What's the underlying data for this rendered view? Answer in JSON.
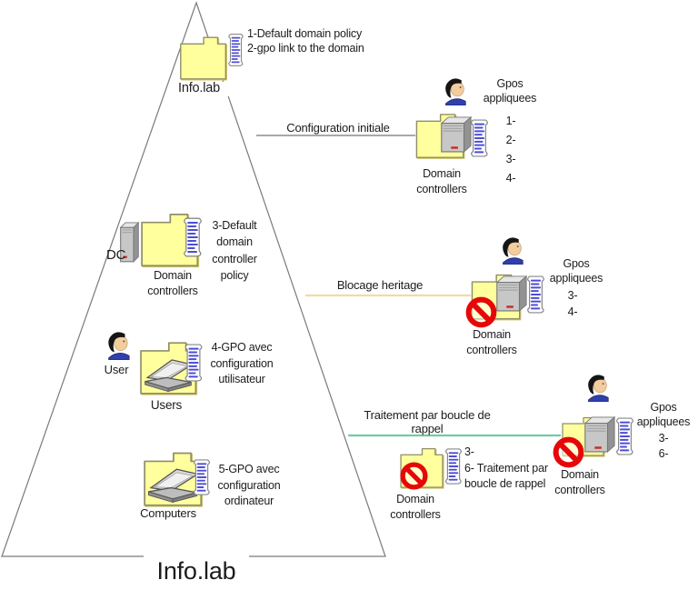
{
  "colors": {
    "folder_fill": "#FFFF9E",
    "connector_initial": "#8c8c8c",
    "connector_blocage": "#f0dca2",
    "connector_boucle": "#72cba2",
    "nosign_red": "#e60808",
    "scroll_lines_blue": "#4d4dd6"
  },
  "top": {
    "notes": [
      "1-Default domain policy",
      "2-gpo link to the domain"
    ],
    "folder_label": "Info.lab"
  },
  "triangle": {
    "bottom_label": "Info.lab"
  },
  "left": {
    "dc": {
      "device_label": "DC",
      "note": [
        "3-Default",
        "domain",
        "controller",
        "policy"
      ],
      "folder_label": [
        "Domain",
        "controllers"
      ]
    },
    "users": {
      "person_label": "User",
      "note": [
        "4-GPO avec",
        "configuration",
        "utilisateur"
      ],
      "folder_label": "Users"
    },
    "computers": {
      "note": [
        "5-GPO avec",
        "configuration",
        "ordinateur"
      ],
      "folder_label": "Computers"
    }
  },
  "connectors": {
    "c1": {
      "label": "Configuration initiale"
    },
    "c2": {
      "label": "Blocage heritage"
    },
    "c3": {
      "label": [
        "Traitement par boucle de",
        "rappel"
      ]
    }
  },
  "right": {
    "g1": {
      "gpos": [
        "Gpos",
        "appliquees"
      ],
      "items": [
        "1-",
        "2-",
        "3-",
        "4-"
      ],
      "folder_label": [
        "Domain",
        "controllers"
      ]
    },
    "g2": {
      "gpos": [
        "Gpos",
        "appliquees"
      ],
      "items": [
        "3-",
        "4-"
      ],
      "folder_label": [
        "Domain",
        "controllers"
      ]
    },
    "g3": {
      "note": [
        "3-",
        "6- Traitement par",
        "boucle de rappel"
      ],
      "folder_label": [
        "Domain",
        "controllers"
      ]
    },
    "g4": {
      "gpos": [
        "Gpos",
        "appliquees"
      ],
      "items": [
        "3-",
        "6-"
      ],
      "folder_label": [
        "Domain",
        "controllers"
      ]
    }
  }
}
